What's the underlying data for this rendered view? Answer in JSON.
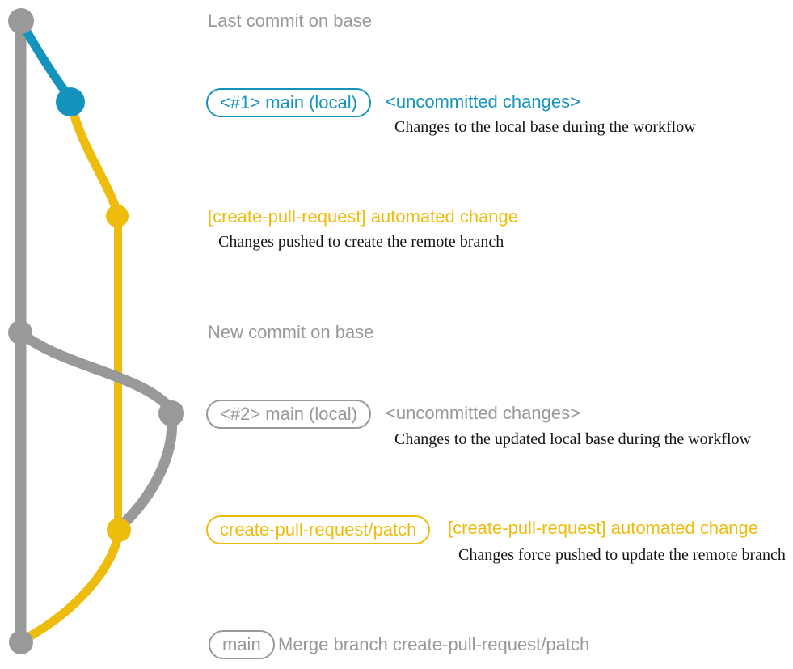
{
  "colors": {
    "teal": "#1494bc",
    "yellow": "#eebc0d",
    "gray": "#999999",
    "ink": "#141414",
    "bg": "#ffffff"
  },
  "headings": {
    "last_commit": "Last commit on base",
    "new_commit": "New commit on base"
  },
  "badges": {
    "main_local_1": "<#1> main (local)",
    "main_local_2": "<#2> main (local)",
    "patch_branch": "create-pull-request/patch",
    "main": "main"
  },
  "messages": {
    "uncommitted_1": "<uncommitted changes>",
    "uncommitted_1_desc": "Changes to the local base during the workflow",
    "automated_change_1": "[create-pull-request] automated change",
    "automated_change_1_desc": "Changes pushed to create the remote branch",
    "uncommitted_2": "<uncommitted changes>",
    "uncommitted_2_desc": "Changes to the updated local base during the workflow",
    "automated_change_2": "[create-pull-request] automated change",
    "automated_change_2_desc": "Changes force pushed to update the remote branch",
    "merge_commit": "Merge branch create-pull-request/patch"
  }
}
